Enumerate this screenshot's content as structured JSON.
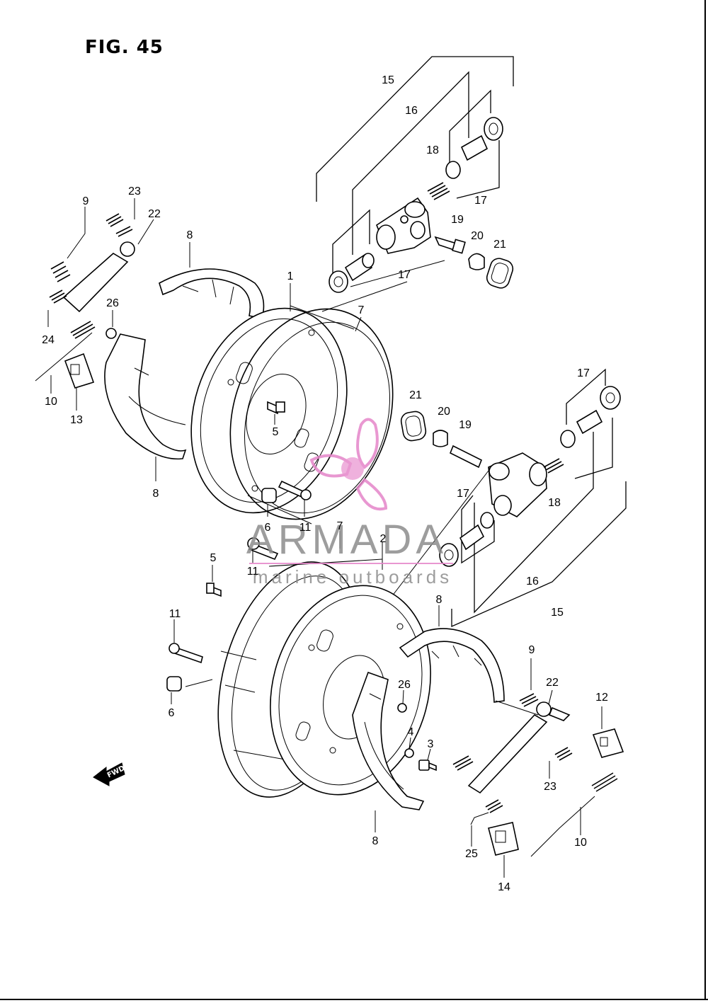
{
  "figure": {
    "title": "FIG. 45"
  },
  "watermark": {
    "brand": "ARMADA",
    "tagline": "marine outboards",
    "logo_color": "#e586c9"
  },
  "direction_arrow": {
    "label": "FWD",
    "icon": "fwd-arrow-icon"
  },
  "callouts": {
    "upper_cylinder": {
      "c15": "15",
      "c16": "16",
      "c18": "18",
      "c17a": "17",
      "c17b": "17",
      "c19": "19",
      "c20": "20",
      "c21": "21"
    },
    "upper_left": {
      "c9": "9",
      "c23": "23",
      "c22": "22",
      "c8a": "8",
      "c26": "26",
      "c24": "24",
      "c10": "10",
      "c13": "13",
      "c8b": "8"
    },
    "upper_drum": {
      "c1": "1",
      "c7": "7",
      "c5": "5",
      "c6": "6",
      "c11": "11"
    },
    "lower_cylinder": {
      "c21": "21",
      "c20": "20",
      "c19": "19",
      "c17a": "17",
      "c17b": "17",
      "c18": "18",
      "c16": "16",
      "c15": "15"
    },
    "lower_drum": {
      "c7": "7",
      "c2": "2",
      "c11a": "11",
      "c5": "5",
      "c11b": "11",
      "c6": "6",
      "c8a": "8",
      "c26": "26",
      "c4": "4",
      "c3": "3",
      "c8b": "8"
    },
    "lower_right": {
      "c9": "9",
      "c22": "22",
      "c12": "12",
      "c23": "23",
      "c10": "10",
      "c25": "25",
      "c14": "14"
    }
  }
}
